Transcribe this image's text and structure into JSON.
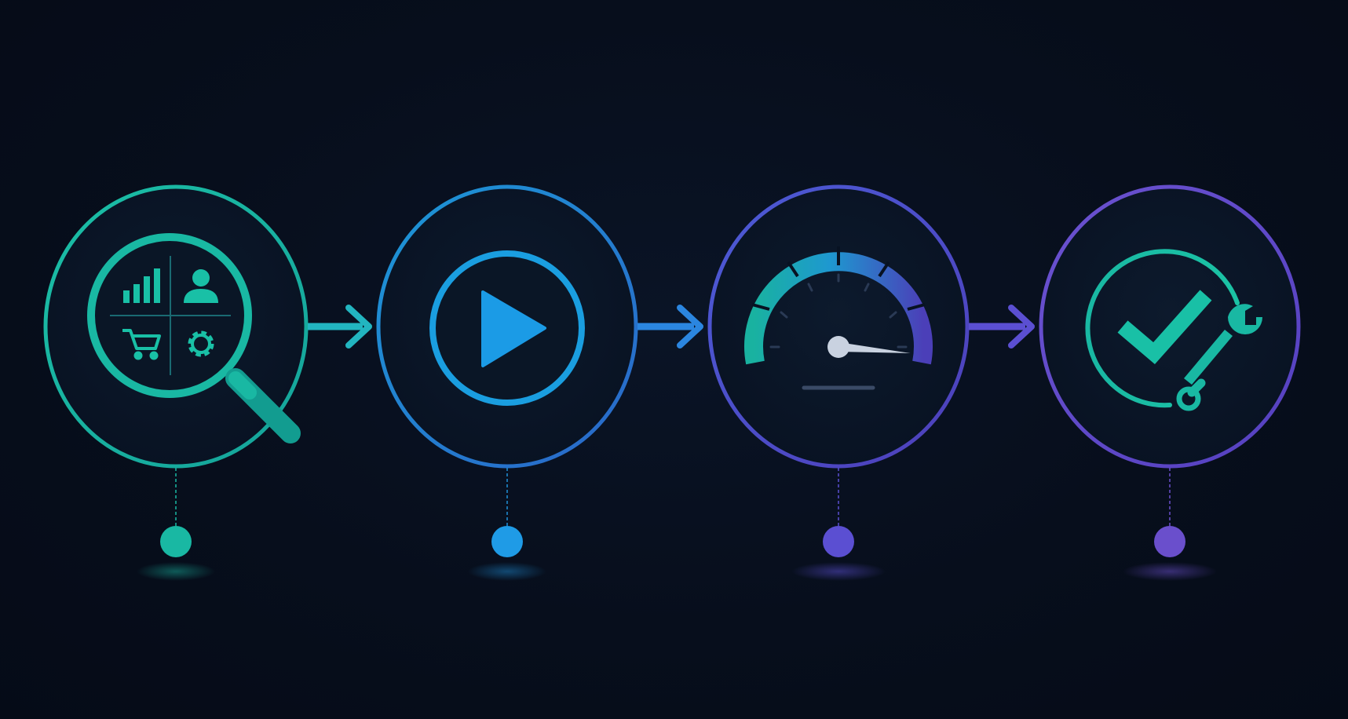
{
  "palette": {
    "background": "#060d1b",
    "stage_1": "#19b8a3",
    "stage_2": "#2a86d8",
    "stage_3": "#5a4fd0",
    "stage_4": "#6a4fcc",
    "needle": "#c9d2e0"
  },
  "stages": [
    {
      "icon": "magnifier-quadrants-icon",
      "color": "#19b8a3"
    },
    {
      "icon": "play-icon",
      "color": "#1f8fd8"
    },
    {
      "icon": "speedometer-icon",
      "color": "#5b4fd2"
    },
    {
      "icon": "check-wrench-icon",
      "color": "#6a4fcc"
    }
  ],
  "connectors": [
    {
      "from": 1,
      "to": 2,
      "color": "#22b5c0"
    },
    {
      "from": 2,
      "to": 3,
      "color": "#2b86e0"
    },
    {
      "from": 3,
      "to": 4,
      "color": "#5b4fd2"
    }
  ],
  "gauge": {
    "level_fraction": 0.88
  }
}
